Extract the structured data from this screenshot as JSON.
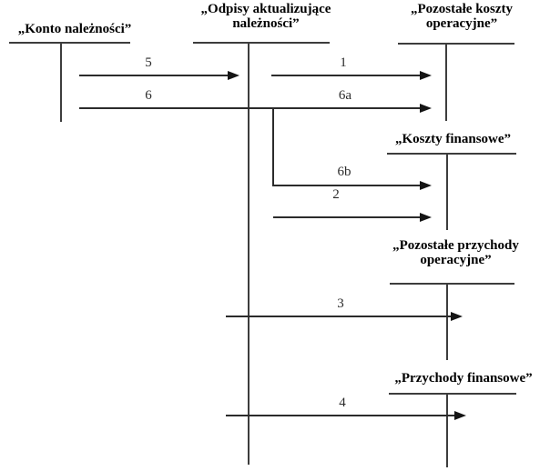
{
  "diagram": {
    "accounts": {
      "receivables": {
        "line1": "„Konto należności”"
      },
      "write_downs": {
        "line1": "„Odpisy aktualizujące",
        "line2": "należności”"
      },
      "other_operating_costs": {
        "line1": "„Pozostałe koszty",
        "line2": "operacyjne”"
      },
      "financial_costs": {
        "line1": "„Koszty finansowe”"
      },
      "other_operating_revenues": {
        "line1": "„Pozostałe przychody",
        "line2": "operacyjne”"
      },
      "financial_revenues": {
        "line1": "„Przychody finansowe”"
      }
    },
    "arrows": {
      "a5": {
        "label": "5"
      },
      "a6": {
        "label": "6"
      },
      "a1": {
        "label": "1"
      },
      "a6a": {
        "label": "6a"
      },
      "a6b": {
        "label": "6b"
      },
      "a2": {
        "label": "2"
      },
      "a3": {
        "label": "3"
      },
      "a4": {
        "label": "4"
      }
    },
    "colors": {
      "line": "#3d3d3d",
      "arrow": "#2b2b2b",
      "text": "#000000",
      "background": "#ffffff"
    }
  }
}
